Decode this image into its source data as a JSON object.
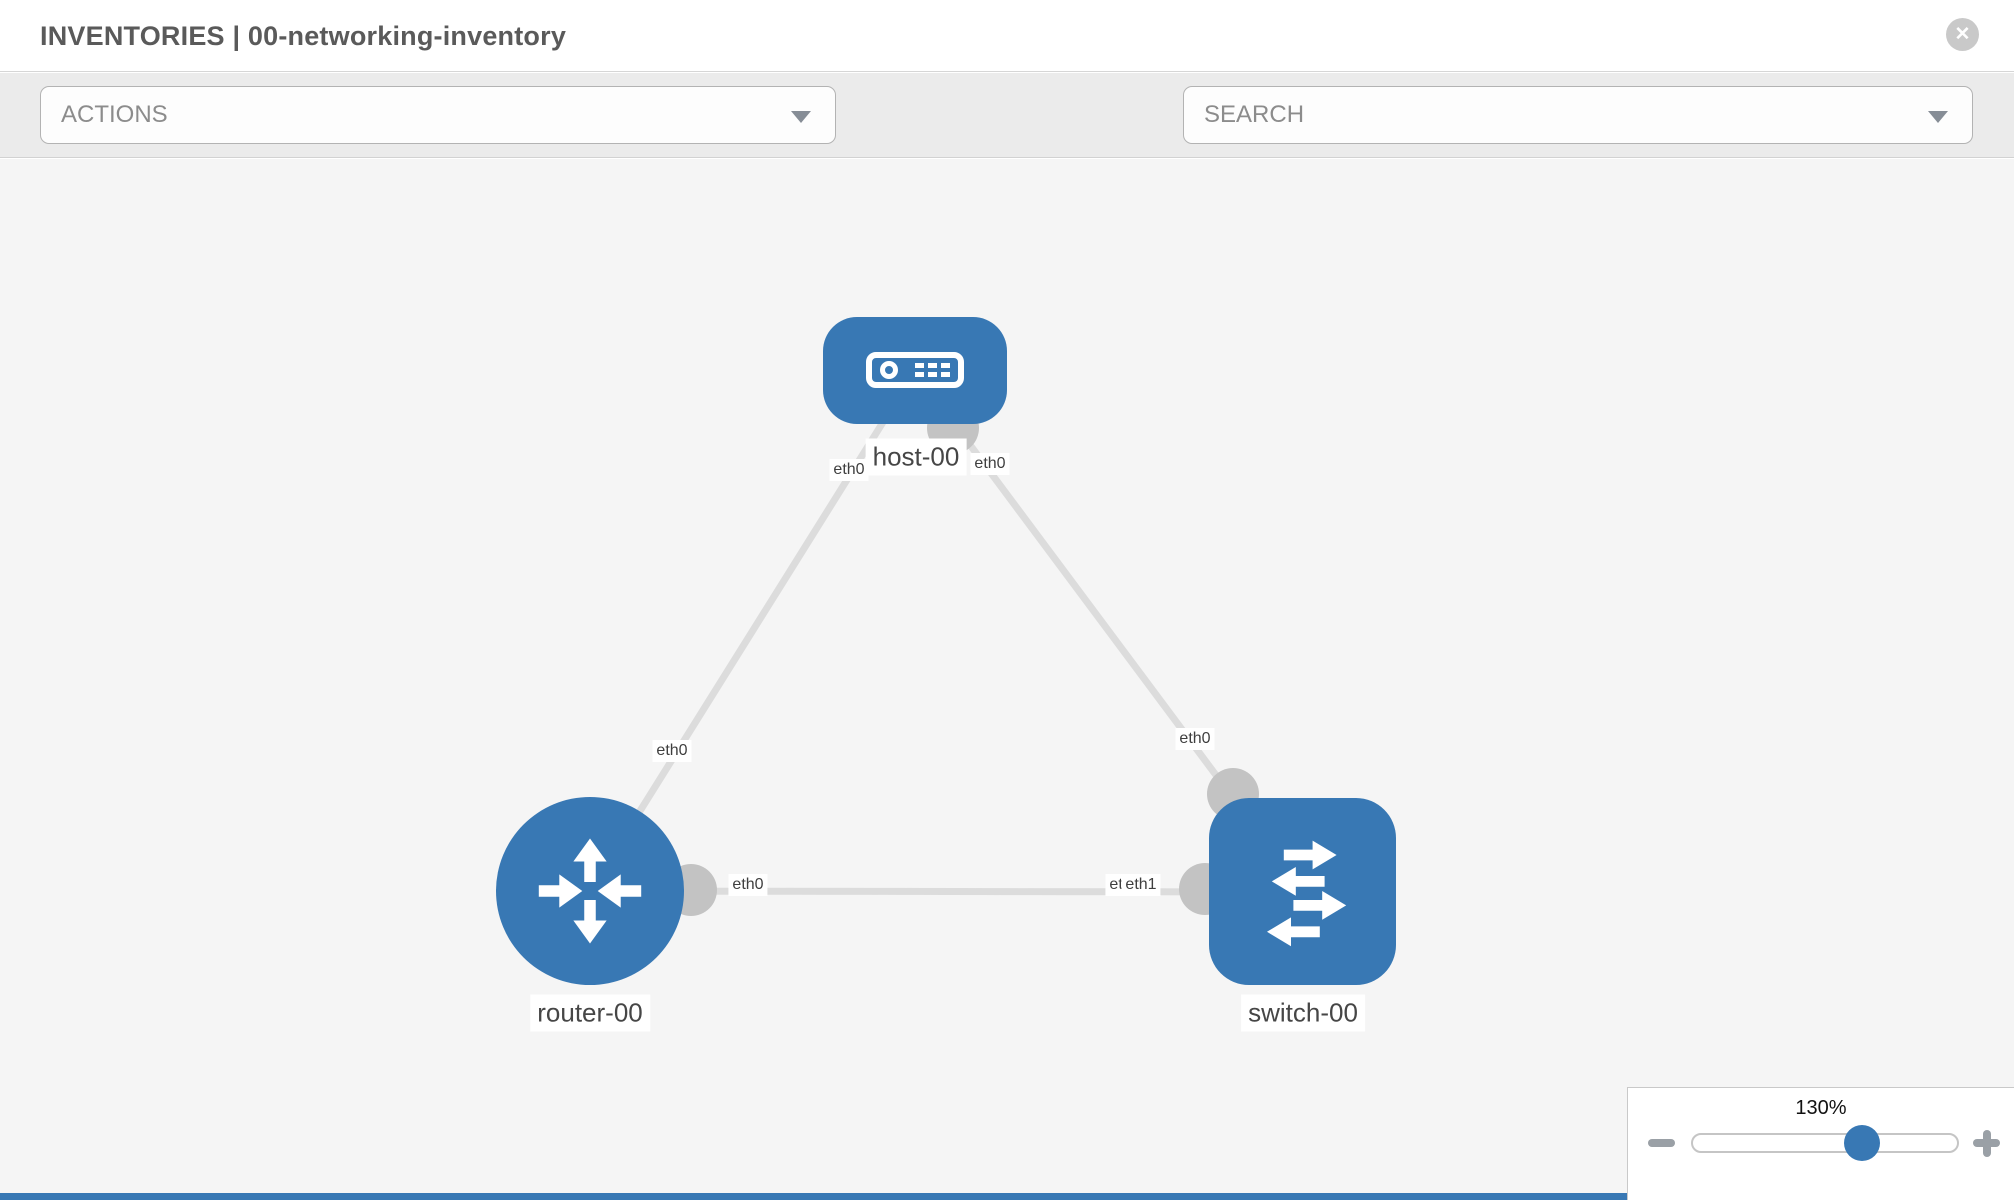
{
  "header": {
    "title": "INVENTORIES | 00-networking-inventory",
    "close_label": "✕"
  },
  "toolbar": {
    "actions_label": "ACTIONS",
    "search_placeholder": "SEARCH",
    "icons": [
      "wrench-icon",
      "key-icon"
    ]
  },
  "diagram": {
    "nodes": [
      {
        "label": "host-00",
        "type": "host"
      },
      {
        "label": "router-00",
        "type": "router"
      },
      {
        "label": "switch-00",
        "type": "switch"
      }
    ],
    "links": [
      {
        "from": "host-00",
        "to": "router-00",
        "from_interface": "eth0",
        "to_interface": "eth0"
      },
      {
        "from": "host-00",
        "to": "switch-00",
        "from_interface": "eth0",
        "to_interface": "eth0"
      },
      {
        "from": "router-00",
        "to": "switch-00",
        "from_interface": "eth0",
        "to_interface": "eth1"
      }
    ],
    "interface_labels": [
      {
        "text": "eth0"
      },
      {
        "text": "eth0"
      },
      {
        "text": "eth0"
      },
      {
        "text": "eth0"
      },
      {
        "text": "eth0"
      },
      {
        "text": "eth0"
      },
      {
        "text": "eth1"
      }
    ]
  },
  "zoom_panel": {
    "value": "130%",
    "percent": 130
  },
  "colors": {
    "node_blue": "#3878b4",
    "link_gray": "#dcdcdc",
    "connector_gray": "#c3c3c3",
    "canvas_bg": "#f5f5f5",
    "toolbar_bg": "#ebebeb"
  }
}
